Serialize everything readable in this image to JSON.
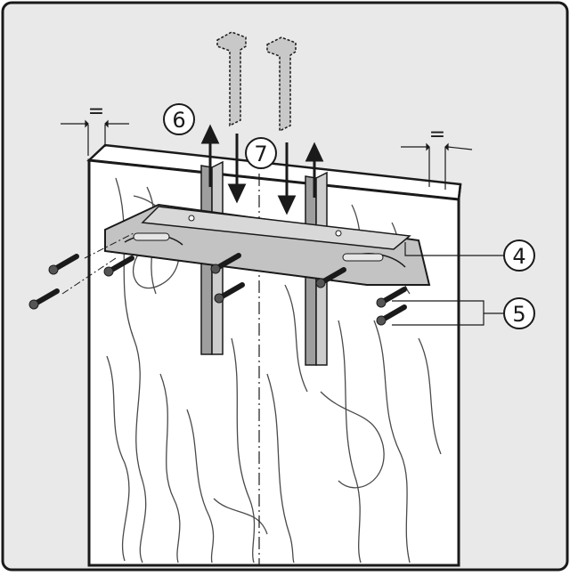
{
  "diagram": {
    "callouts": [
      {
        "id": "c6",
        "label": "6"
      },
      {
        "id": "c7",
        "label": "7"
      },
      {
        "id": "c4",
        "label": "4"
      },
      {
        "id": "c5",
        "label": "5"
      }
    ],
    "equal_marks": [
      "=",
      "="
    ],
    "colors": {
      "background": "#e9e9e9",
      "panel": "#ffffff",
      "outline": "#1a1a1a",
      "bracket": "#b9b9b9",
      "guide_strip": "#bdbdbd",
      "wood_grain": "#4a4a4a"
    }
  }
}
